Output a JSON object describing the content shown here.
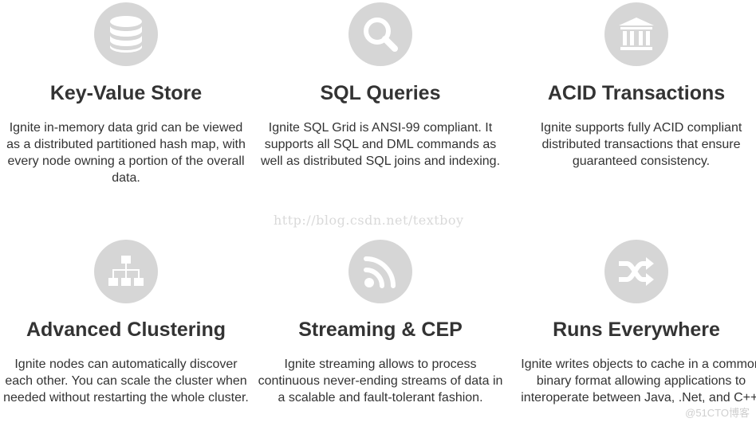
{
  "features": [
    {
      "icon": "database-icon",
      "title": "Key-Value Store",
      "description": "Ignite in-memory data grid can be viewed as a distributed partitioned hash map, with every node owning a portion of the overall data."
    },
    {
      "icon": "magnifier-icon",
      "title": "SQL Queries",
      "description": "Ignite SQL Grid is ANSI-99 compliant. It supports all SQL and DML commands as well as distributed SQL joins and indexing."
    },
    {
      "icon": "bank-building-icon",
      "title": "ACID Transactions",
      "description": "Ignite supports fully ACID compliant distributed transactions that ensure guaranteed consistency."
    },
    {
      "icon": "sitemap-icon",
      "title": "Advanced Clustering",
      "description": "Ignite nodes can automatically discover each other. You can scale the cluster when needed without restarting the whole cluster."
    },
    {
      "icon": "rss-feed-icon",
      "title": "Streaming & CEP",
      "description": "Ignite streaming allows to process continuous never-ending streams of data in a scalable and fault-tolerant fashion."
    },
    {
      "icon": "shuffle-icon",
      "title": "Runs Everywhere",
      "description": "Ignite writes objects to cache in a common binary format allowing applications to interoperate between Java, .Net, and C++."
    }
  ],
  "watermark": "http://blog.csdn.net/textboy",
  "corner_mark": "@51CTO博客",
  "colors": {
    "icon_circle": "#d6d6d6",
    "icon_glyph": "#ffffff",
    "text": "#333333",
    "watermark": "#d9d9d9"
  }
}
